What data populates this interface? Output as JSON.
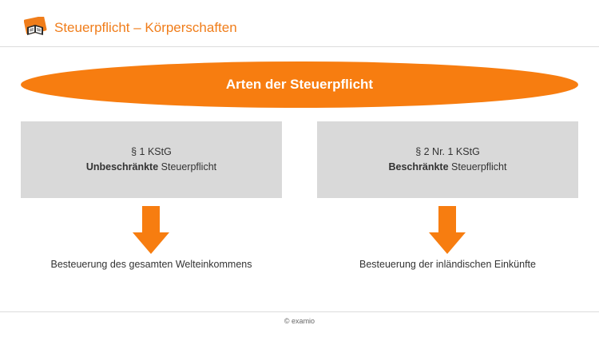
{
  "header": {
    "title": "Steuerpflicht – Körperschaften",
    "logo_icon": "book-graduation-icon",
    "accent_color": "#f07d1a"
  },
  "diagram": {
    "main_label": "Arten der Steuerpflicht",
    "main_color": "#f77d10",
    "box_color": "#d9d9d9",
    "left": {
      "law": "§ 1 KStG",
      "bold_word": "Unbeschränkte",
      "rest": " Steuerpflicht",
      "result": "Besteuerung des gesamten Welteinkommens"
    },
    "right": {
      "law": "§ 2 Nr. 1 KStG",
      "bold_word": "Beschränkte",
      "rest": " Steuerpflicht",
      "result": "Besteuerung der inländischen Einkünfte"
    },
    "arrow_icon": "arrow-down-icon"
  },
  "footer": {
    "copyright": "© examio"
  }
}
